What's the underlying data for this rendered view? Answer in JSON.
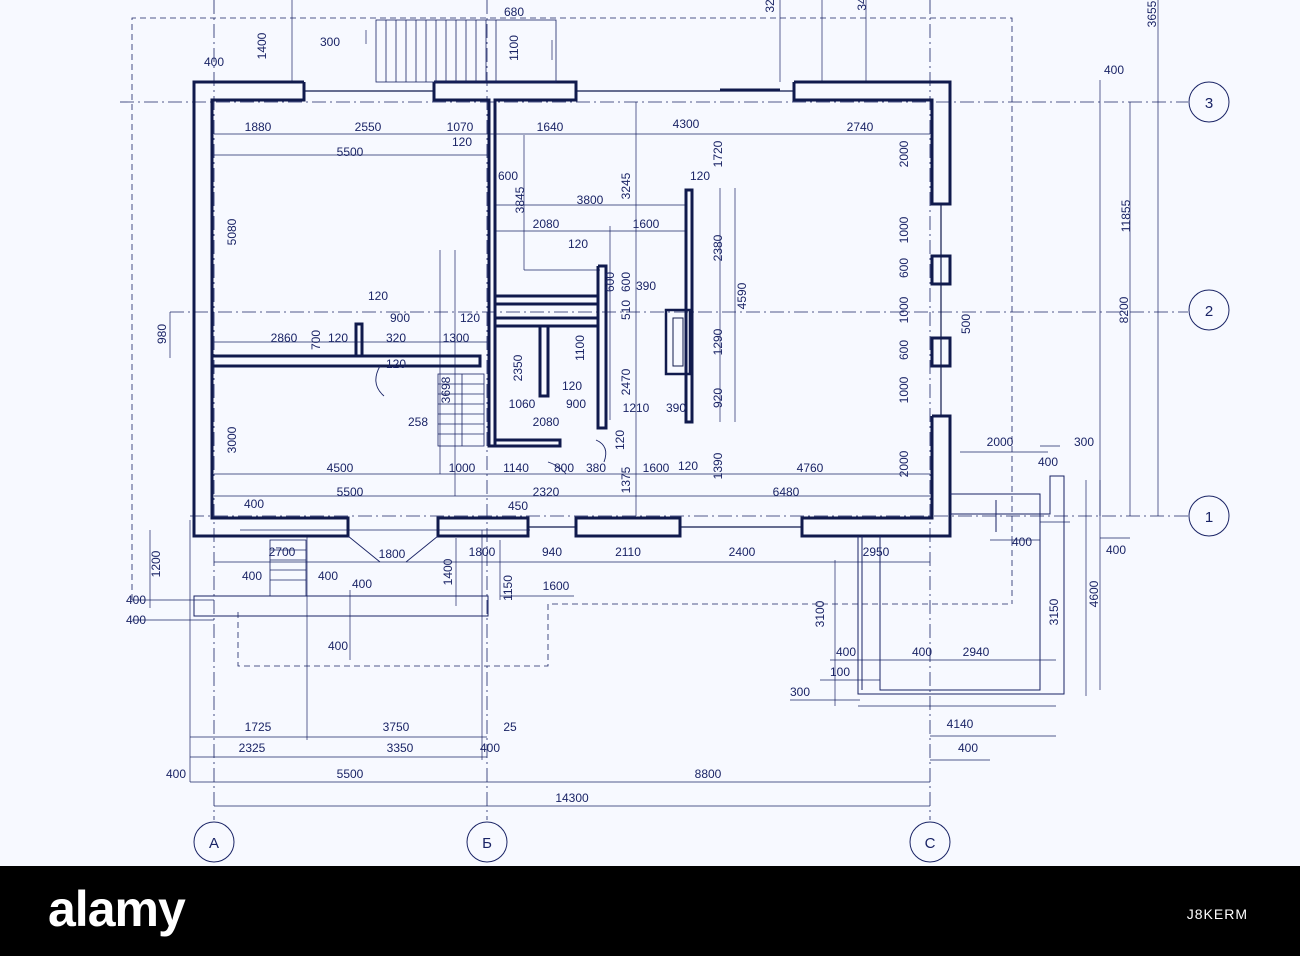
{
  "colors": {
    "ink": "#1a2466",
    "wall": "#101a4d",
    "paper": "#f7f9ff",
    "footer": "#000000"
  },
  "axes": {
    "row_3": "3",
    "row_2": "2",
    "row_1": "1",
    "col_a": "A",
    "col_b": "Б",
    "col_c": "C"
  },
  "dimensions": {
    "d680": "680",
    "d32": "32",
    "d34": "34",
    "d3655": "3655",
    "d1400_top": "1400",
    "d300_stair": "300",
    "d1100_top": "1100",
    "d400_corner": "400",
    "d400_right_top": "400",
    "d1880": "1880",
    "d2550": "2550",
    "d1070": "1070",
    "d1640": "1640",
    "d4300": "4300",
    "d2740": "2740",
    "d5500_room": "5500",
    "d120_a": "120",
    "d1720": "1720",
    "d3245": "3245",
    "d2000_a": "2000",
    "d600_a": "600",
    "d3845": "3845",
    "d120_b": "120",
    "d3800": "3800",
    "d5080": "5080",
    "d2080_a": "2080",
    "d1600_a": "1600",
    "d2380": "2380",
    "d1000_a": "1000",
    "d11855": "11855",
    "d120_c": "120",
    "d600_b": "600",
    "d600_c": "600",
    "d390_a": "390",
    "d4590": "4590",
    "d8200": "8200",
    "d120_d": "120",
    "d510": "510",
    "d1000_b": "1000",
    "d500": "500",
    "d980": "980",
    "d2860": "2860",
    "d700": "700",
    "d120_e": "120",
    "d900_a": "900",
    "d320": "320",
    "d120_f": "120",
    "d1300": "1300",
    "d2350": "2350",
    "d1100_mid": "1100",
    "d1290": "1290",
    "d600_d": "600",
    "d120_g": "120",
    "d2470": "2470",
    "d120_h": "120",
    "d3698": "3698",
    "d1060": "1060",
    "d900_b": "900",
    "d1210": "1210",
    "d390_b": "390",
    "d920": "920",
    "d1000_c": "1000",
    "d258": "258",
    "d2080_b": "2080",
    "d3000": "3000",
    "d120_i": "120",
    "d2000_b": "2000",
    "d300_right": "300",
    "d4500": "4500",
    "d1000_d": "1000",
    "d1140": "1140",
    "d800": "800",
    "d380": "380",
    "d1600_b": "1600",
    "d120_j": "120",
    "d1390": "1390",
    "d4760": "4760",
    "d2000_c": "2000",
    "d400_right_mid": "400",
    "d5500_b": "5500",
    "d2320": "2320",
    "d1375": "1375",
    "d6480": "6480",
    "d400_a": "400",
    "d450": "450",
    "d2700": "2700",
    "d1800_a": "1800",
    "d1800_b": "1800",
    "d940": "940",
    "d2110": "2110",
    "d2400": "2400",
    "d2950": "2950",
    "d400_right_b": "400",
    "d400_bottom_right": "400",
    "d1200": "1200",
    "d400_b": "400",
    "d400_c": "400",
    "d1400_b": "1400",
    "d400_d": "400",
    "d1150": "1150",
    "d1600_c": "1600",
    "d400_left_a": "400",
    "d400_left_b": "400",
    "d3100": "3100",
    "d3150": "3150",
    "d4600": "4600",
    "d400_e": "400",
    "d400_f": "400",
    "d400_g": "400",
    "d2940": "2940",
    "d100": "100",
    "d300_b": "300",
    "d1725": "1725",
    "d3750": "3750",
    "d25": "25",
    "d4140": "4140",
    "d2325": "2325",
    "d3350": "3350",
    "d400_h": "400",
    "d400_i": "400",
    "d400_j": "400",
    "d5500_c": "5500",
    "d8800": "8800",
    "d14300": "14300"
  },
  "footer": {
    "brand": "alamy",
    "image_id": "J8KERM"
  }
}
